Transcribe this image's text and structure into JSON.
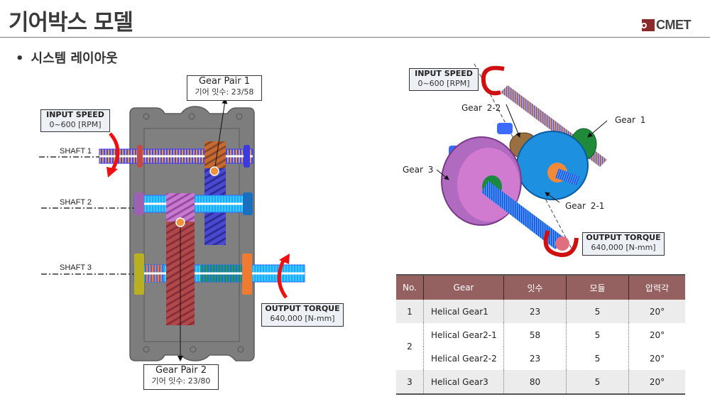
{
  "header": {
    "title": "기어박스 모델",
    "logo_text": "CMET"
  },
  "section": {
    "bullet": "•",
    "heading": "시스템 레이아웃"
  },
  "layout_2d": {
    "input": {
      "title": "INPUT SPEED",
      "value": "0~600 [RPM]"
    },
    "output": {
      "title": "OUTPUT TORQUE",
      "value": "640,000 [N-mm]"
    },
    "gear_pair_1": {
      "title": "Gear Pair 1",
      "teeth": "기어 잇수: 23/58"
    },
    "gear_pair_2": {
      "title": "Gear Pair 2",
      "teeth": "기어 잇수: 23/80"
    },
    "shafts": [
      "SHAFT 1",
      "SHAFT 2",
      "SHAFT 3"
    ]
  },
  "layout_3d": {
    "input": {
      "title": "INPUT SPEED",
      "value": "0~600 [RPM]"
    },
    "output": {
      "title": "OUTPUT TORQUE",
      "value": "640,000 [N-mm]"
    },
    "labels": {
      "gear1": "Gear 1",
      "gear2_1": "Gear 2-1",
      "gear2_2": "Gear 2-2",
      "gear3": "Gear 3"
    }
  },
  "table": {
    "headers": [
      "No.",
      "Gear",
      "잇수",
      "모듈",
      "압력각"
    ],
    "rows": [
      {
        "no": "1",
        "gear": "Helical Gear1",
        "teeth": "23",
        "module": "5",
        "angle": "20°"
      },
      {
        "no": "2",
        "gear": "Helical Gear2-1",
        "teeth": "58",
        "module": "5",
        "angle": "20°"
      },
      {
        "no": "",
        "gear": "Helical Gear2-2",
        "teeth": "23",
        "module": "5",
        "angle": "20°"
      },
      {
        "no": "3",
        "gear": "Helical Gear3",
        "teeth": "80",
        "module": "5",
        "angle": "20°"
      }
    ]
  },
  "colors": {
    "table_header": "#956060",
    "logo": "#8a2a2a",
    "arrow_red": "#e01010"
  }
}
